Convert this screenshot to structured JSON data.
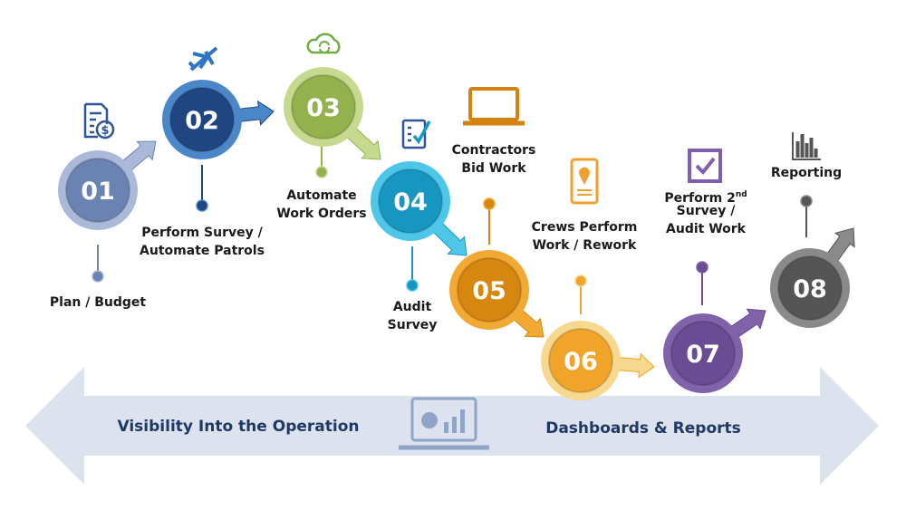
{
  "band": {
    "left_text": "Visibility Into the Operation",
    "right_text": "Dashboards & Reports",
    "color": "#dde3ee",
    "icon": "monitor-chart-icon"
  },
  "steps": [
    {
      "number": "01",
      "label": [
        "Plan / Budget"
      ],
      "icon": "document-dollar-icon",
      "fill": "#6a83b3",
      "ring": "#aab9d8",
      "iconColor": "#2f5597"
    },
    {
      "number": "02",
      "label": [
        "Perform Survey /",
        "Automate Patrols"
      ],
      "icon": "airplane-icon",
      "fill": "#1f4680",
      "ring": "#4a86c8",
      "iconColor": "#2e75c8"
    },
    {
      "number": "03",
      "label": [
        "Automate",
        "Work Orders"
      ],
      "icon": "cloud-sync-icon",
      "fill": "#93b14c",
      "ring": "#c7d98f",
      "iconColor": "#70ad47"
    },
    {
      "number": "04",
      "label": [
        "Audit",
        "Survey"
      ],
      "icon": "checklist-icon",
      "fill": "#1796c2",
      "ring": "#4ec6e8",
      "iconColor": "#2f5597"
    },
    {
      "number": "05",
      "label": [
        "Contractors",
        "Bid Work"
      ],
      "icon": "laptop-icon",
      "fill": "#d6870f",
      "ring": "#f2a933",
      "iconColor": "#d6820f"
    },
    {
      "number": "06",
      "label": [
        "Crews Perform",
        "Work / Rework"
      ],
      "icon": "phone-location-icon",
      "fill": "#f0a52a",
      "ring": "#f6d98e",
      "iconColor": "#f0a030"
    },
    {
      "number": "07",
      "label": [
        "Perform 2",
        "Survey /",
        "Audit Work"
      ],
      "label_sup": "nd",
      "icon": "checkbox-icon",
      "fill": "#6a4c94",
      "ring": "#7f62aa",
      "iconColor": "#7f5fae"
    },
    {
      "number": "08",
      "label": [
        "Reporting"
      ],
      "icon": "bar-chart-icon",
      "fill": "#555555",
      "ring": "#8a8a8a",
      "iconColor": "#555555"
    }
  ]
}
